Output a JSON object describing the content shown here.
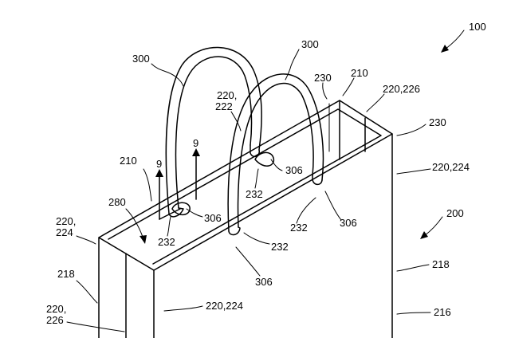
{
  "figure": {
    "background": "#ffffff",
    "line_color": "#000000"
  },
  "labels": {
    "l100": "100",
    "l300_left": "300",
    "l300_right": "300",
    "l230_top": "230",
    "l210_top": "210",
    "l220_222_a": "220,",
    "l220_222_b": "222",
    "l220_226_top": "220,226",
    "l230_right": "230",
    "l9_left": "9",
    "l9_right": "9",
    "l210_left": "210",
    "l306_mid": "306",
    "l232_mid": "232",
    "l220_224_right": "220,224",
    "l280": "280",
    "l306_left": "306",
    "l232_left": "232",
    "l232_right": "232",
    "l306_right": "306",
    "l200": "200",
    "l220_224_left_a": "220,",
    "l220_224_left_b": "224",
    "l232_bottom": "232",
    "l218_left": "218",
    "l218_right": "218",
    "l306_bottom": "306",
    "l220_226_left_a": "220,",
    "l220_226_left_b": "226",
    "l220_224_bottom": "220,224",
    "l216": "216"
  }
}
